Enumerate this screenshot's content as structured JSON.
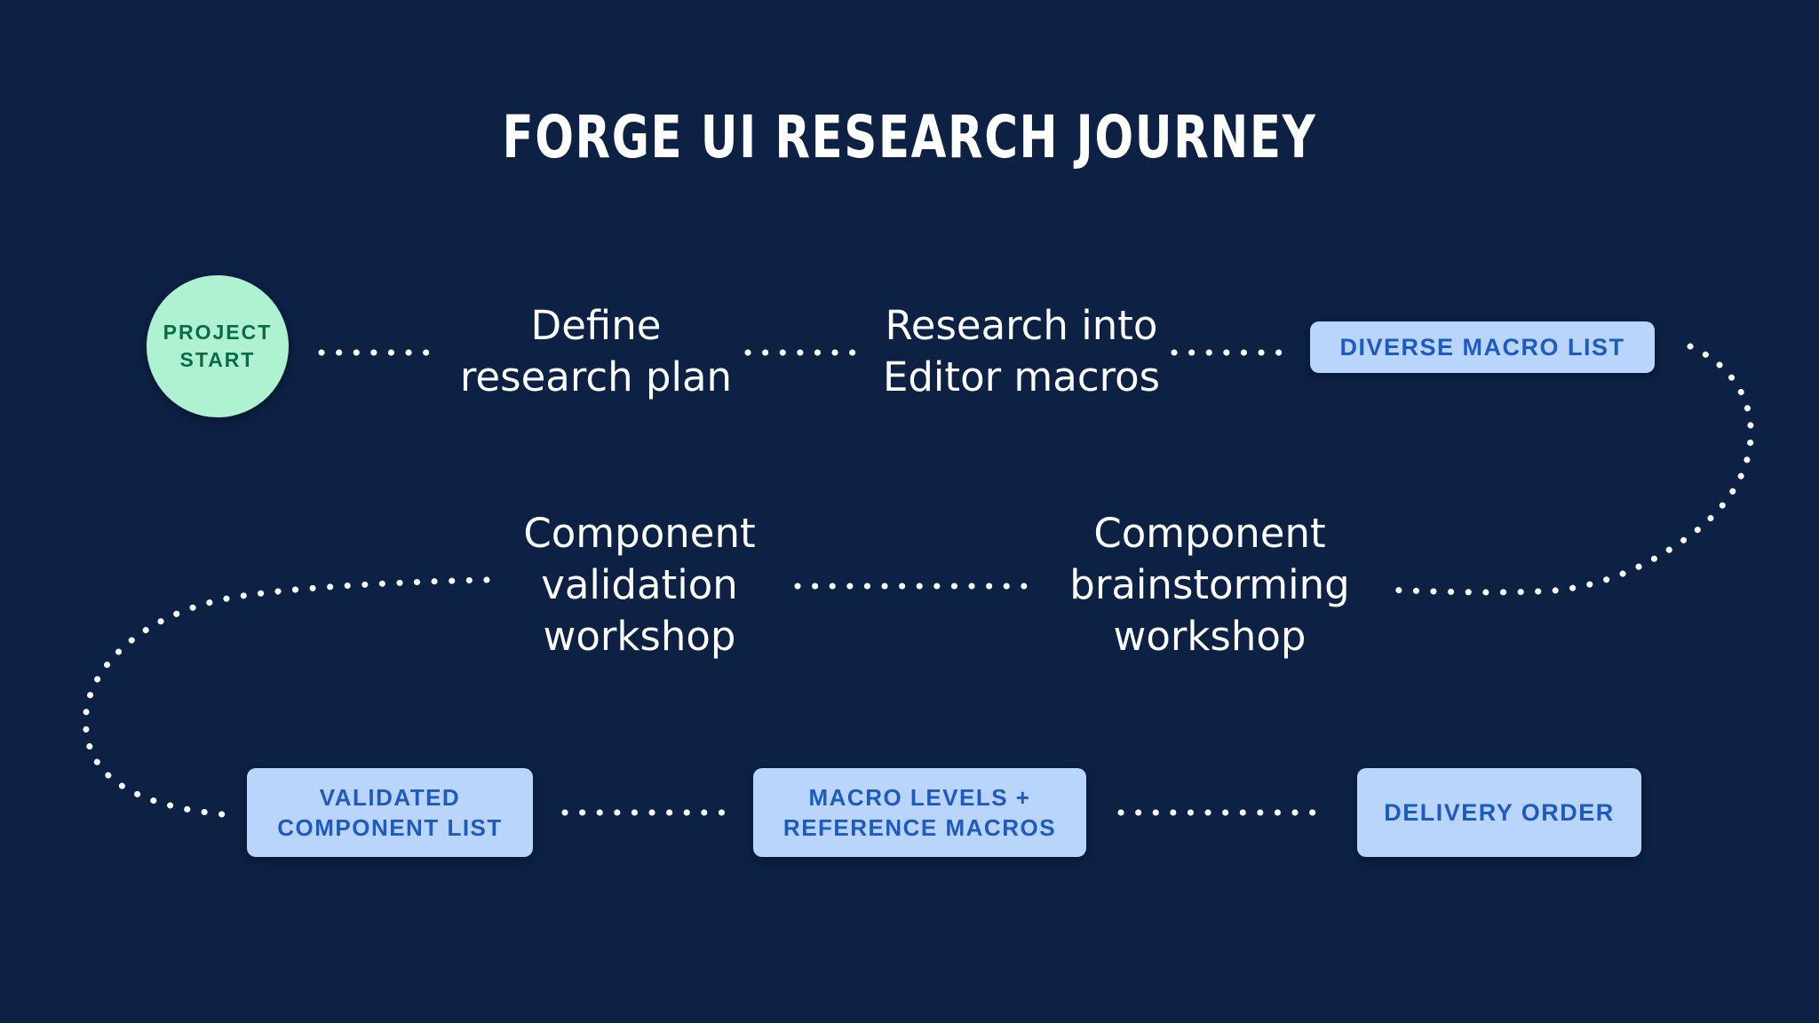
{
  "title": "FORGE UI RESEARCH JOURNEY",
  "colors": {
    "background": "#0D2144",
    "text_primary": "#FFFFFF",
    "start_circle_bg": "#AFF2D2",
    "start_circle_text": "#086C49",
    "badge_bg": "#BAD5FC",
    "badge_text": "#1D5AC2",
    "dotted_line": "#FFFFFF"
  },
  "nodes": {
    "start": {
      "type": "start-marker",
      "label": "PROJECT\nSTART"
    },
    "define": {
      "type": "step",
      "label": "Define\nresearch plan"
    },
    "research": {
      "type": "step",
      "label": "Research into\nEditor macros"
    },
    "diverse_list": {
      "type": "artifact-badge",
      "label": "DIVERSE MACRO LIST"
    },
    "brainstorming": {
      "type": "step",
      "label": "Component\nbrainstorming\nworkshop"
    },
    "validation": {
      "type": "step",
      "label": "Component\nvalidation\nworkshop"
    },
    "validated_list": {
      "type": "artifact-badge",
      "label": "VALIDATED\nCOMPONENT LIST"
    },
    "macro_levels": {
      "type": "artifact-badge",
      "label": "MACRO LEVELS +\nREFERENCE MACROS"
    },
    "delivery_order": {
      "type": "artifact-badge",
      "label": "DELIVERY ORDER"
    }
  },
  "connectors": [
    {
      "from": "start",
      "to": "define",
      "style": "dotted"
    },
    {
      "from": "define",
      "to": "research",
      "style": "dotted"
    },
    {
      "from": "research",
      "to": "diverse_list",
      "style": "dotted"
    },
    {
      "from": "diverse_list",
      "to": "brainstorming",
      "style": "dotted-curve"
    },
    {
      "from": "brainstorming",
      "to": "validation",
      "style": "dotted"
    },
    {
      "from": "validation",
      "to": "validated_list",
      "style": "dotted-curve"
    },
    {
      "from": "validated_list",
      "to": "macro_levels",
      "style": "dotted"
    },
    {
      "from": "macro_levels",
      "to": "delivery_order",
      "style": "dotted"
    }
  ]
}
